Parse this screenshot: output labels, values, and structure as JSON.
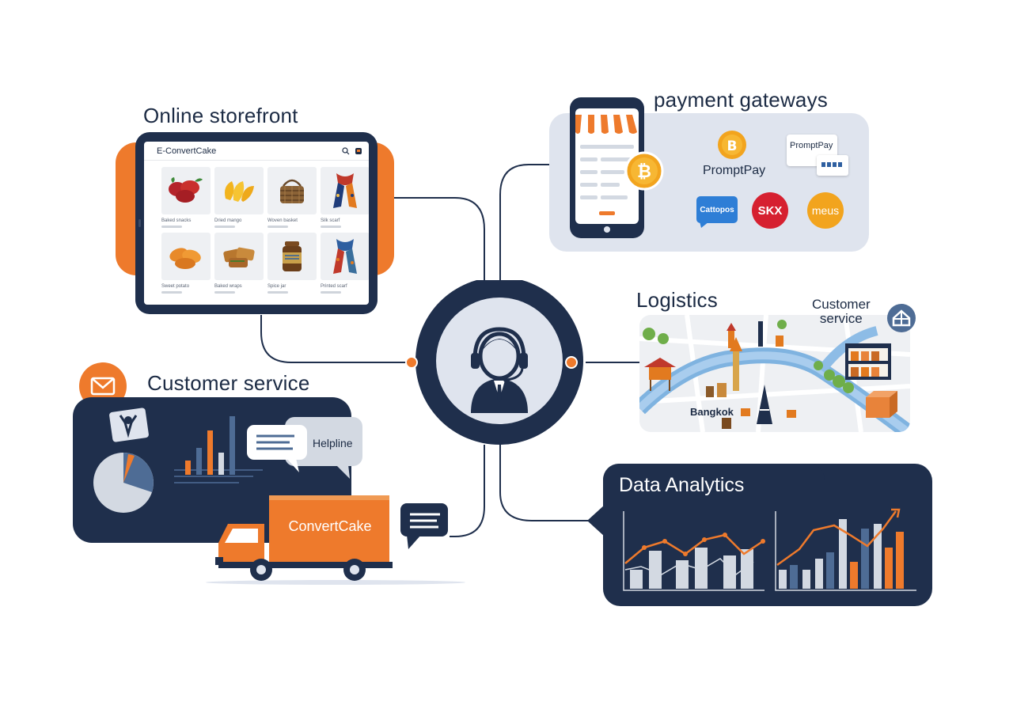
{
  "titles": {
    "storefront": "Online storefront",
    "payment": "payment gateways",
    "logistics": "Logistics",
    "customer_service": "Customer service",
    "data_analytics": "Data Analytics"
  },
  "storefront": {
    "brand": "E-ConvertCake",
    "products": [
      {
        "name": "Baked snacks"
      },
      {
        "name": "Dried mango"
      },
      {
        "name": "Woven basket"
      },
      {
        "name": "Silk scarf"
      },
      {
        "name": "Sweet potato"
      },
      {
        "name": "Baked wraps"
      },
      {
        "name": "Spice jar"
      },
      {
        "name": "Printed scarf"
      }
    ]
  },
  "payment": {
    "promptpay_label": "PromptPay",
    "card_label": "PromptPay",
    "badge_blue": "Cattopos",
    "badge_red": "SKX",
    "badge_orange": "meus"
  },
  "logistics": {
    "city": "Bangkok",
    "customer_service_line1": "Customer",
    "customer_service_line2": "service"
  },
  "customer_service": {
    "helpline": "Helpline"
  },
  "truck": {
    "label": "ConvertCake"
  },
  "colors": {
    "navy": "#1f2f4c",
    "orange": "#ee7a2c",
    "light_panel": "#dfe4ee",
    "steel_blue": "#4e6c95"
  }
}
